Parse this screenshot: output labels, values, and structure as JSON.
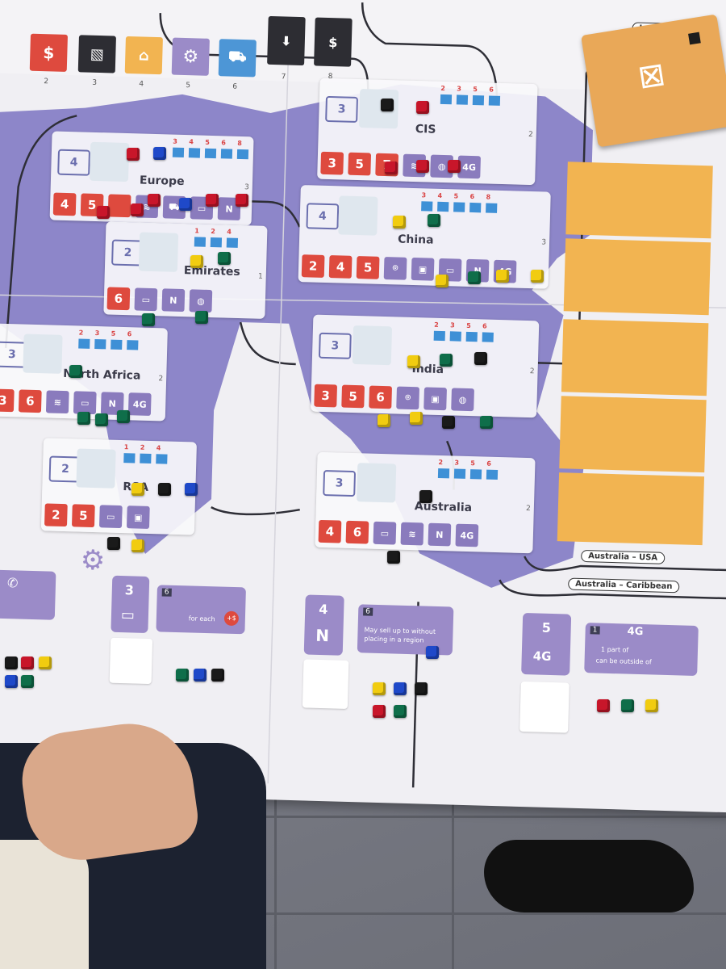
{
  "top_strip": {
    "numbers": [
      "2",
      "3",
      "4",
      "5",
      "6",
      "7",
      "8"
    ]
  },
  "regions": [
    {
      "id": "europe",
      "name": "Europe",
      "truck": "4",
      "rank": "3",
      "costs": [
        "4",
        "5"
      ],
      "slot_marks": [
        "3",
        "4",
        "5",
        "6",
        "8"
      ]
    },
    {
      "id": "cis",
      "name": "CIS",
      "truck": "3",
      "rank": "2",
      "costs": [
        "3",
        "5",
        "7"
      ],
      "tech": [
        "4G"
      ],
      "slot_marks": [
        "2",
        "3",
        "5",
        "6"
      ]
    },
    {
      "id": "china",
      "name": "China",
      "truck": "4",
      "rank": "3",
      "costs": [
        "2",
        "4",
        "5"
      ],
      "tech": [
        "4G"
      ],
      "slot_marks": [
        "3",
        "4",
        "5",
        "6",
        "8"
      ]
    },
    {
      "id": "emirates",
      "name": "Emirates",
      "truck": "2",
      "rank": "1",
      "costs": [
        "6"
      ],
      "slot_marks": [
        "1",
        "2",
        "4"
      ]
    },
    {
      "id": "north-africa",
      "name": "North Africa",
      "truck": "3",
      "rank": "2",
      "costs": [
        "3",
        "6"
      ],
      "tech": [
        "4G"
      ],
      "slot_marks": [
        "2",
        "3",
        "5",
        "6"
      ]
    },
    {
      "id": "india",
      "name": "India",
      "truck": "3",
      "rank": "2",
      "costs": [
        "3",
        "5",
        "6"
      ],
      "slot_marks": [
        "2",
        "3",
        "5",
        "6"
      ]
    },
    {
      "id": "rsa",
      "name": "RSA",
      "truck": "2",
      "rank": "1",
      "costs": [
        "2",
        "5"
      ],
      "slot_marks": [
        "1",
        "2",
        "4"
      ]
    },
    {
      "id": "australia",
      "name": "Australia",
      "truck": "3",
      "rank": "2",
      "costs": [
        "4",
        "6"
      ],
      "tech": [
        "4G"
      ],
      "slot_marks": [
        "2",
        "3",
        "5",
        "6"
      ]
    }
  ],
  "routes": {
    "india": "India",
    "aus_usa": "Australia – USA",
    "aus_carib": "Australia – Caribbean"
  },
  "bottom": {
    "p3": {
      "num": "3",
      "badge": "6",
      "text": "for each"
    },
    "p4": {
      "num": "4",
      "badge": "6",
      "text": "May sell up to without placing in a region"
    },
    "p5": {
      "num": "5",
      "label": "4G",
      "badge": "1",
      "tag": "4G",
      "text1": "1 part of",
      "text2": "can be outside of"
    }
  },
  "colors": {
    "red": "#c8162a",
    "blue": "#1f49c9",
    "yellow": "#f1cc10",
    "green": "#0f6e4a",
    "black": "#1a1a1a",
    "purple": "#8a7bbd",
    "orange": "#de4a3e"
  }
}
